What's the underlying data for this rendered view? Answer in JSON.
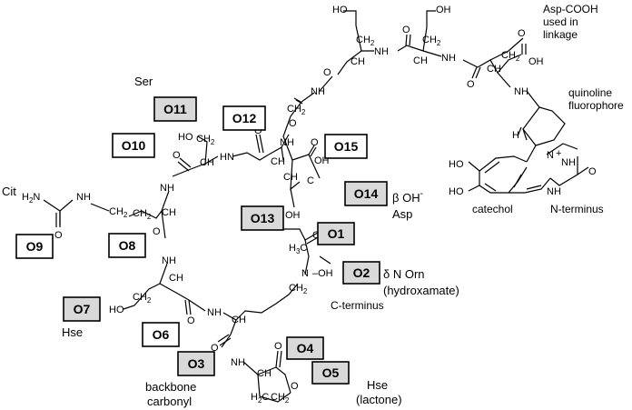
{
  "boxes": [
    {
      "id": "o1",
      "label": "O1",
      "shaded": true
    },
    {
      "id": "o2",
      "label": "O2",
      "shaded": true
    },
    {
      "id": "o3",
      "label": "O3",
      "shaded": true
    },
    {
      "id": "o4",
      "label": "O4",
      "shaded": true
    },
    {
      "id": "o5",
      "label": "O5",
      "shaded": true
    },
    {
      "id": "o6",
      "label": "O6",
      "shaded": false
    },
    {
      "id": "o7",
      "label": "O7",
      "shaded": true
    },
    {
      "id": "o8",
      "label": "O8",
      "shaded": false
    },
    {
      "id": "o9",
      "label": "O9",
      "shaded": false
    },
    {
      "id": "o10",
      "label": "O10",
      "shaded": false
    },
    {
      "id": "o11",
      "label": "O11",
      "shaded": true
    },
    {
      "id": "o12",
      "label": "O12",
      "shaded": false
    },
    {
      "id": "o13",
      "label": "O13",
      "shaded": true
    },
    {
      "id": "o14",
      "label": "O14",
      "shaded": true
    },
    {
      "id": "o15",
      "label": "O15",
      "shaded": false
    }
  ],
  "annotations": {
    "ser": "Ser",
    "cit": "Cit",
    "hse_left": "Hse",
    "asp_cooh_1": "Asp-COOH",
    "asp_cooh_2": "used in",
    "asp_cooh_3": "linkage",
    "quinoline_1": "quinoline",
    "quinoline_2": "fluorophore",
    "beta_oh_1": "β OH",
    "beta_oh_sup": "-",
    "beta_oh_2": "Asp",
    "delta_n_1": "δ N Orn",
    "delta_n_2": "(hydroxamate)",
    "c_terminus": "C-terminus",
    "n_terminus": "N-terminus",
    "catechol": "catechol",
    "backbone_1": "backbone",
    "backbone_2": "carbonyl",
    "hse_lactone_1": "Hse",
    "hse_lactone_2": "(lactone)"
  }
}
